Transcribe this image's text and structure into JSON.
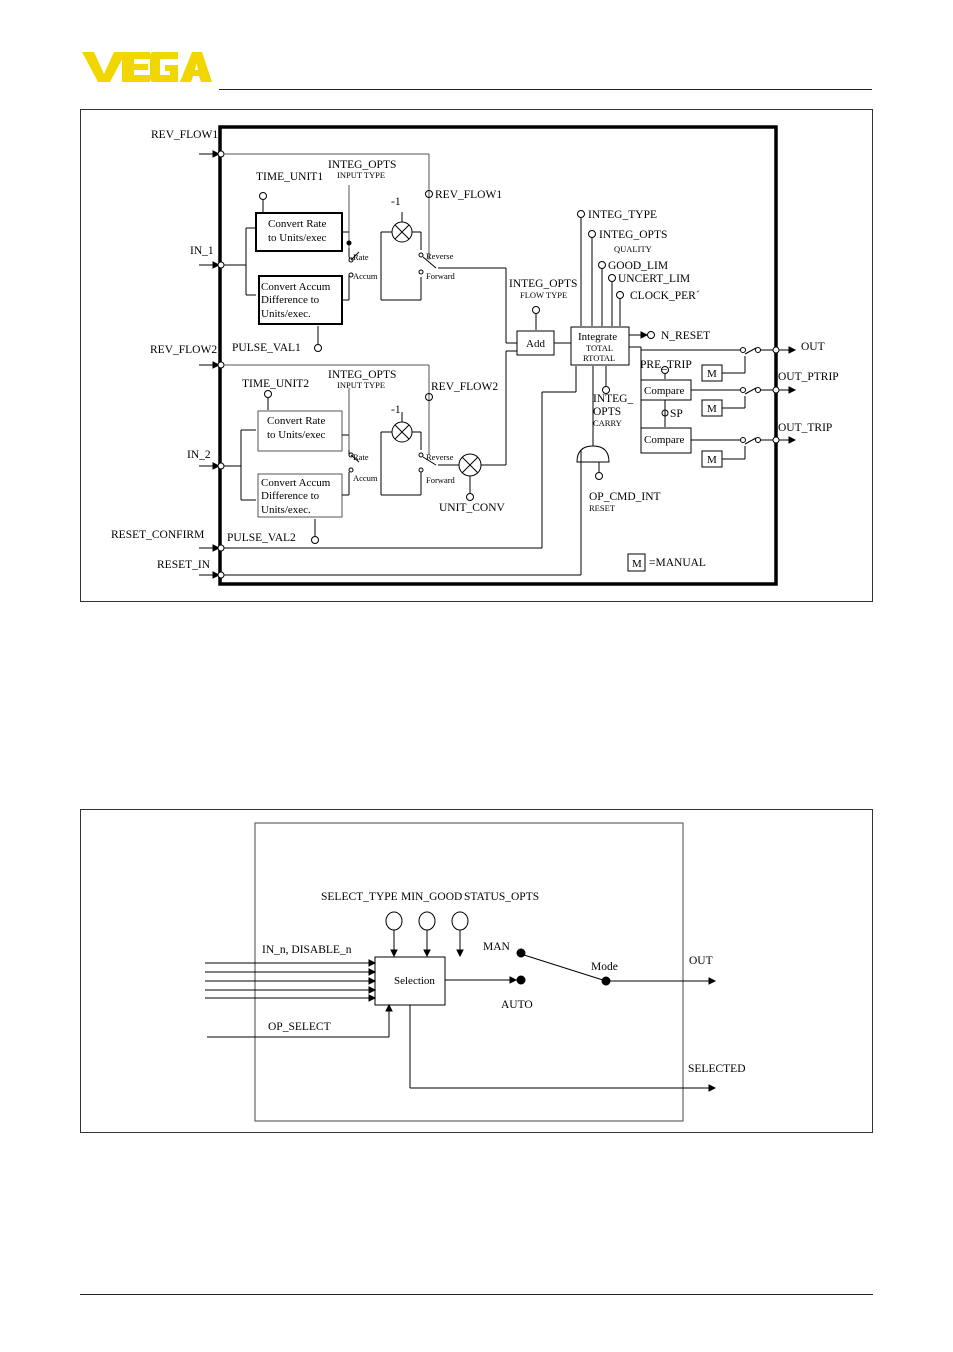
{
  "header": {
    "brand": "VEGA",
    "brand_color": "#F2D600"
  },
  "figure1": {
    "inputs": {
      "rev_flow1": "REV_FLOW1",
      "in_1": "IN_1",
      "rev_flow2": "REV_FLOW2",
      "in_2": "IN_2",
      "reset_confirm": "RESET_CONFIRM",
      "reset_in": "RESET_IN"
    },
    "params": {
      "time_unit1": "TIME_UNIT1",
      "time_unit2": "TIME_UNIT2",
      "integ_opts": "INTEG_OPTS",
      "input_type": "INPUT TYPE",
      "rev_flow1_param": "REV_FLOW1",
      "rev_flow2_param": "REV_FLOW2",
      "pulse_val1": "PULSE_VAL1",
      "pulse_val2": "PULSE_VAL2",
      "flow_type": "FLOW TYPE",
      "integ_type": "INTEG_TYPE",
      "quality": "QUALITY",
      "good_lim": "GOOD_LIM",
      "uncert_lim": "UNCERT_LIM",
      "clock_per": "CLOCK_PER´",
      "n_reset": "N_RESET",
      "pre_trip": "PRE_TRIP",
      "sp": "SP",
      "integ_opts_carry": "INTEG_",
      "opts": "OPTS",
      "carry": "CARRY",
      "unit_conv": "UNIT_CONV",
      "op_cmd_int": "OP_CMD_INT",
      "reset": "RESET"
    },
    "blocks": {
      "convert_rate_1": "Convert Rate",
      "convert_rate_2": "to Units/exec",
      "convert_accum_1": "Convert Accum",
      "convert_accum_2": "Difference to",
      "convert_accum_3": "Units/exec.",
      "minus_one": "-1",
      "rate": "Rate",
      "accum": "Accum",
      "reverse": "Reverse",
      "forward": "Forward",
      "add": "Add",
      "integrate": "Integrate",
      "total": "TOTAL",
      "rtotal": "RTOTAL",
      "compare": "Compare",
      "manual_m": "M",
      "manual_legend": "=MANUAL"
    },
    "outputs": {
      "out": "OUT",
      "out_ptrip": "OUT_PTRIP",
      "out_trip": "OUT_TRIP"
    }
  },
  "figure2": {
    "params": {
      "select_type": "SELECT_TYPE",
      "min_good": "MIN_GOOD",
      "status_opts": "STATUS_OPTS"
    },
    "inputs": {
      "in_n": "IN_n, DISABLE_n",
      "op_select": "OP_SELECT"
    },
    "selection": "Selection",
    "man": "MAN",
    "auto": "AUTO",
    "mode": "Mode",
    "out": "OUT",
    "selected": "SELECTED"
  }
}
